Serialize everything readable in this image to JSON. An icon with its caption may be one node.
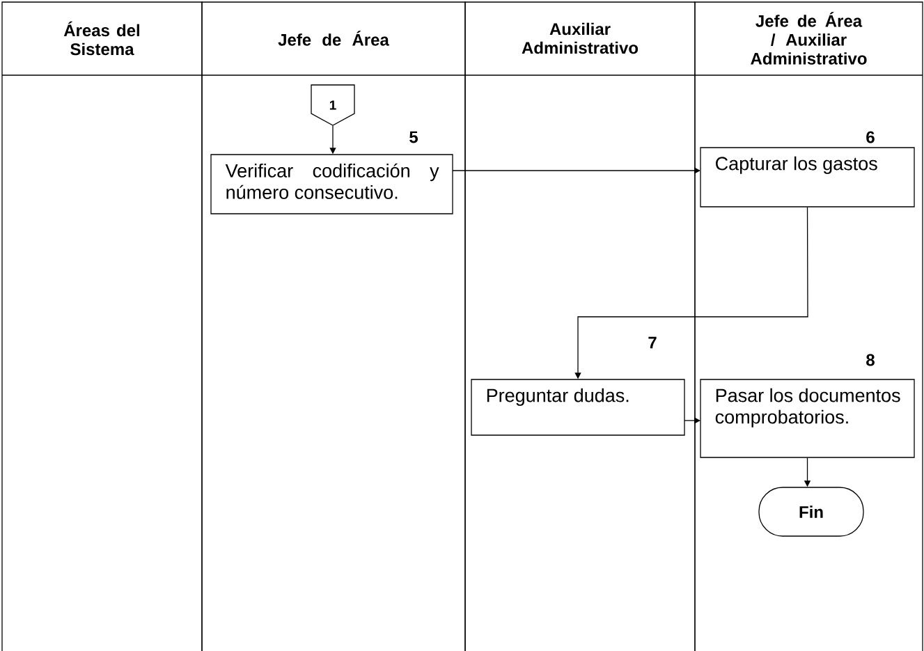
{
  "diagram": {
    "nodes": [
      {
        "text": [
          "Áreas del Sistema"
        ]
      },
      {
        "text": [
          "Jefe de Área"
        ]
      },
      {
        "text": [
          "Auxiliar Administrativo"
        ]
      },
      {
        "text": [
          "Jefe de Área / Auxiliar Administrativo"
        ]
      },
      {
        "text": [
          "1"
        ],
        "in": 1
      },
      {
        "text": [
          "Verificar codificación y número consecutivo."
        ],
        "beside": [
          "5"
        ],
        "in": 1
      },
      {
        "text": [
          "Capturar los gastos"
        ],
        "beside": [
          "6"
        ],
        "in": 3
      },
      {
        "text": [
          "Preguntar dudas."
        ],
        "beside": [
          "7"
        ],
        "in": 2
      },
      {
        "text": [
          "Pasar los documentos comprobatorios."
        ],
        "beside": [
          "8"
        ],
        "in": 3
      },
      {
        "text": [
          "Fin"
        ],
        "in": 3
      }
    ],
    "edges": [
      {
        "from": 4,
        "to": 5,
        "arrow": "to"
      },
      {
        "from": 5,
        "to": 6,
        "arrow": "to"
      },
      {
        "from": 6,
        "to": 7,
        "arrow": "to"
      },
      {
        "from": 7,
        "to": 8,
        "arrow": "to"
      },
      {
        "from": 8,
        "to": 9,
        "arrow": "to"
      }
    ]
  }
}
